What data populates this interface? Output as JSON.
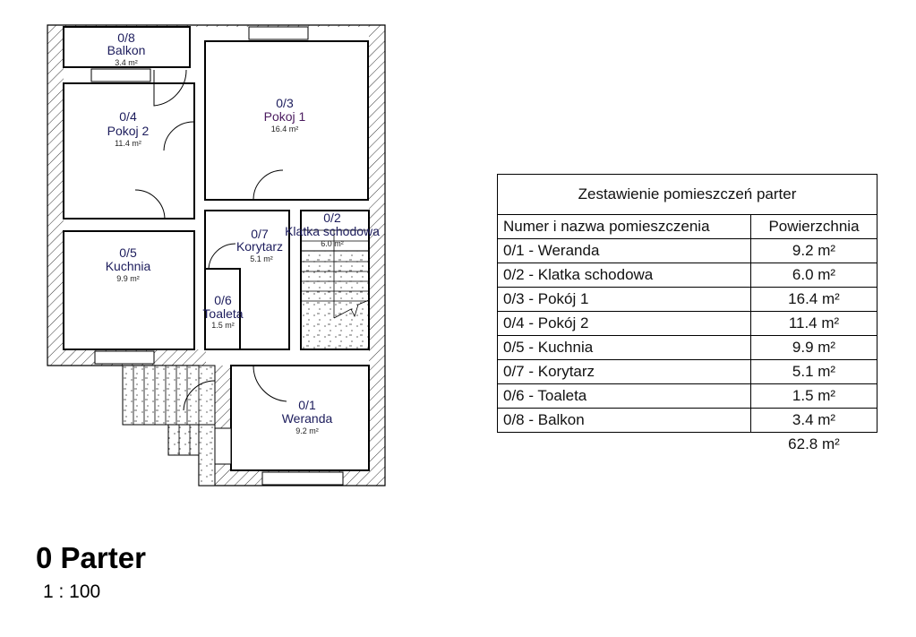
{
  "rooms": [
    {
      "num": "0/8",
      "name": "Balkon",
      "area": "3.4 m²"
    },
    {
      "num": "0/4",
      "name": "Pokoj 2",
      "area": "11.4 m²"
    },
    {
      "num": "0/3",
      "name": "Pokoj 1",
      "area": "16.4 m²"
    },
    {
      "num": "0/7",
      "name": "Korytarz",
      "area": "5.1 m²"
    },
    {
      "num": "0/2",
      "name": "Klatka schodowa",
      "area": "6.0 m²"
    },
    {
      "num": "0/5",
      "name": "Kuchnia",
      "area": "9.9 m²"
    },
    {
      "num": "0/6",
      "name": "Toaleta",
      "area": "1.5 m²"
    },
    {
      "num": "0/1",
      "name": "Weranda",
      "area": "9.2 m²"
    }
  ],
  "schedule": {
    "title": "Zestawienie pomieszczeń parter",
    "headers": [
      "Numer i nazwa pomieszczenia",
      "Powierzchnia"
    ],
    "rows": [
      [
        "0/1 - Weranda",
        "9.2 m²"
      ],
      [
        "0/2 - Klatka schodowa",
        "6.0 m²"
      ],
      [
        "0/3 - Pokój 1",
        "16.4 m²"
      ],
      [
        "0/4 - Pokój 2",
        "11.4 m²"
      ],
      [
        "0/5 - Kuchnia",
        "9.9 m²"
      ],
      [
        "0/7 - Korytarz",
        "5.1 m²"
      ],
      [
        "0/6 - Toaleta",
        "1.5 m²"
      ],
      [
        "0/8 - Balkon",
        "3.4 m²"
      ]
    ],
    "total": "62.8 m²"
  },
  "view": {
    "title": "0 Parter",
    "scale": "1 : 100"
  }
}
